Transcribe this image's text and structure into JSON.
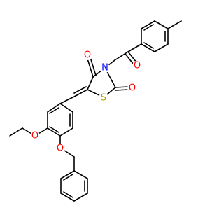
{
  "molecule": {
    "atoms": {
      "o_ketone_top": "O",
      "n_ring": "N",
      "o_c4": "O",
      "o_c2": "O",
      "s_ring": "S",
      "o_ethoxy": "O",
      "o_benzyloxy": "O"
    },
    "colors": {
      "bond": "#000000",
      "oxygen": "#ff0000",
      "nitrogen": "#0000ff",
      "sulfur": "#b5a000"
    }
  }
}
